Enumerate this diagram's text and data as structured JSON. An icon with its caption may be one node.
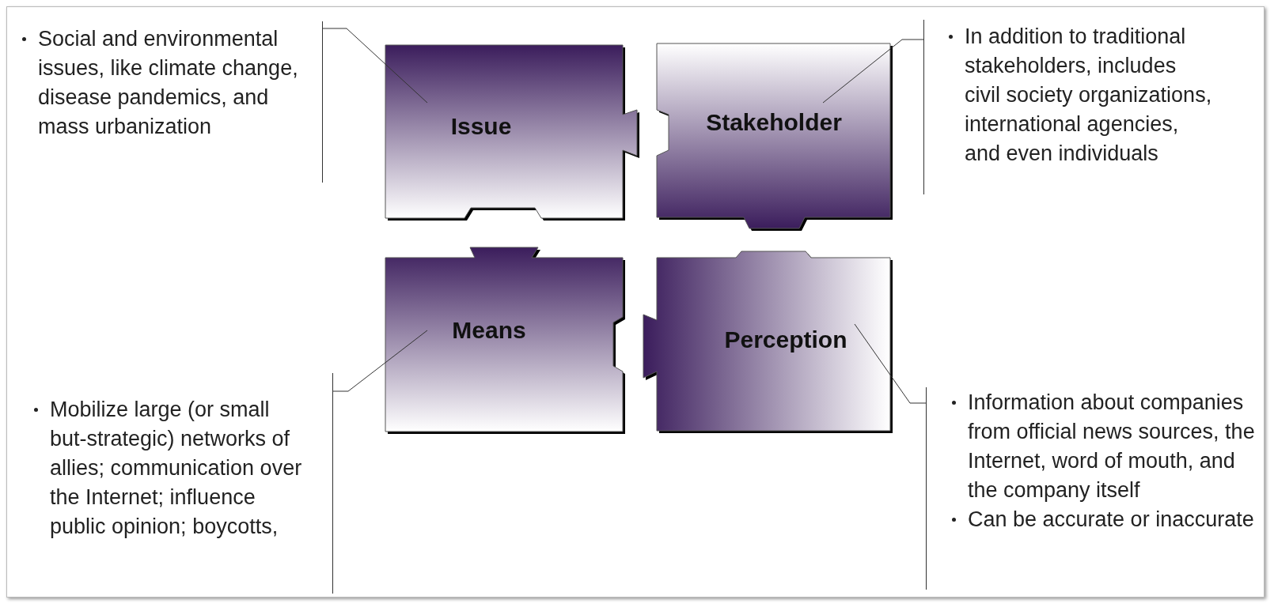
{
  "diagram": {
    "nodes": [
      {
        "text": [
          "Social and environmental issues, like climate change, disease pandemics, and mass urbanization"
        ]
      },
      {
        "text": [
          "Issue"
        ]
      },
      {
        "text": [
          "Stakeholder"
        ]
      },
      {
        "text": [
          "In addition to traditional stakeholders, includes civil society organizations, international agencies, and even individuals"
        ]
      },
      {
        "text": [
          "Means"
        ]
      },
      {
        "text": [
          "Perception"
        ]
      },
      {
        "text": [
          "Mobilize large (or small but-strategic) networks of allies; communication over the Internet; influence public opinion; boycotts,"
        ]
      },
      {
        "text": [
          "Information about companies from official news sources, the Internet, word of mouth, and the company itself",
          "Can be accurate or inaccurate"
        ]
      }
    ],
    "edges": [
      {
        "from": 0,
        "to": 1,
        "arrow": "none"
      },
      {
        "from": 3,
        "to": 2,
        "arrow": "none"
      },
      {
        "from": 6,
        "to": 4,
        "arrow": "none"
      },
      {
        "from": 7,
        "to": 5,
        "arrow": "none"
      }
    ]
  }
}
